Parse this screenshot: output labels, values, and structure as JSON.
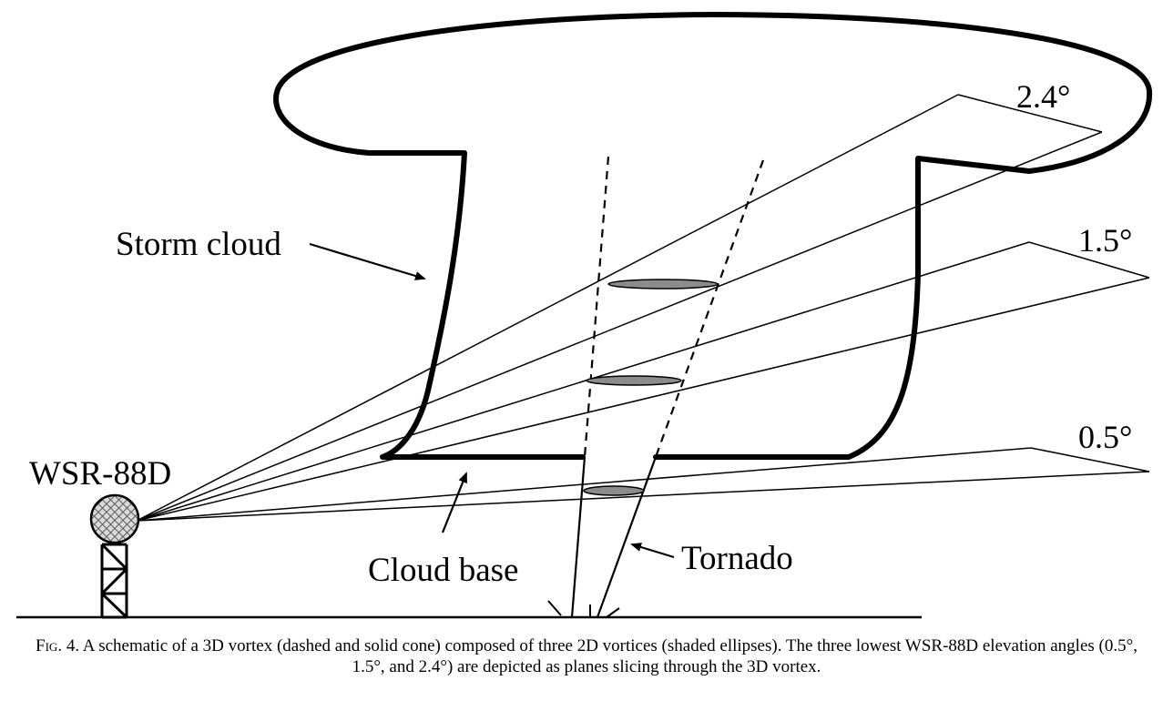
{
  "labels": {
    "storm_cloud": "Storm cloud",
    "radar": "WSR-88D",
    "cloud_base": "Cloud base",
    "tornado": "Tornado",
    "angle_24": "2.4°",
    "angle_15": "1.5°",
    "angle_05": "0.5°"
  },
  "caption": {
    "fig_label": "Fig. 4.",
    "text": "A schematic of a 3D vortex (dashed and solid cone) composed of three 2D vortices (shaded ellipses). The three lowest WSR-88D elevation angles (0.5°, 1.5°, and 2.4°) are depicted as planes slicing through the 3D vortex."
  },
  "colors": {
    "ink": "#000000",
    "ellipse_fill": "#8c8c8c",
    "radome_fill": "#d9d9d9",
    "background": "#ffffff"
  }
}
